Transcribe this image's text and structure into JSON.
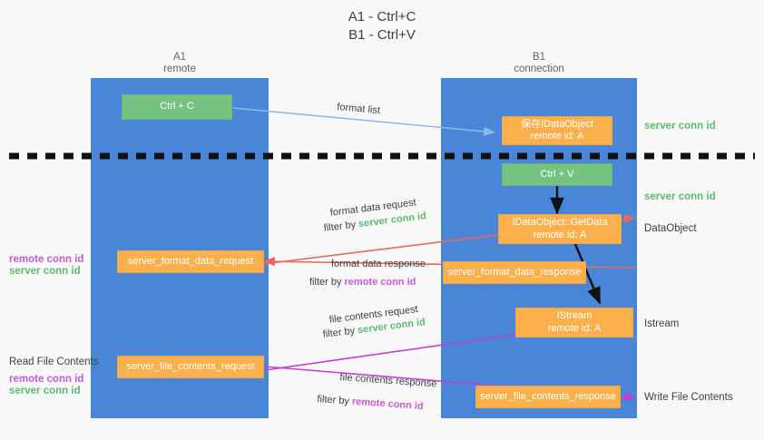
{
  "title": {
    "line1": "A1 - Ctrl+C",
    "line2": "B1 - Ctrl+V"
  },
  "columns": [
    {
      "name": "A1",
      "sub": "remote"
    },
    {
      "name": "B1",
      "sub": "connection"
    }
  ],
  "boxes": {
    "ctrl_c": {
      "label": "Ctrl + C"
    },
    "ctrl_v": {
      "label": "Ctrl + V"
    },
    "idataobject": {
      "line1": "保存IDataObject",
      "line2": "remote id: A"
    },
    "getdata": {
      "line1": "IDataObject::GetData",
      "line2": "remote id: A"
    },
    "istream": {
      "line1": "IStream",
      "line2": "remote id: A"
    },
    "server_format_data_request": {
      "label": "server_format_data_request"
    },
    "server_format_data_response": {
      "label": "server_format_data_response"
    },
    "server_file_contents_request": {
      "label": "server_file_contents_request"
    },
    "server_file_contents_response": {
      "label": "server_file_contents_response"
    }
  },
  "right_labels": [
    {
      "text": "server conn id",
      "kind": "green"
    },
    {
      "text": "server conn id",
      "kind": "green"
    },
    {
      "text": "DataObject",
      "kind": "dark"
    },
    {
      "text": "Istream",
      "kind": "dark"
    },
    {
      "text": "Write File Contents",
      "kind": "dark"
    }
  ],
  "left_labels": {
    "group1_remote": "remote conn id",
    "group1_server": "server conn id",
    "read_file_contents": "Read File Contents",
    "group2_remote": "remote conn id",
    "group2_server": "server conn id"
  },
  "arrow_labels": {
    "format_list": "format list",
    "format_data_request": "format data request",
    "format_data_request_filter_prefix": "filter by ",
    "format_data_request_filter_value": "server conn id",
    "format_data_response": "format data response",
    "format_data_response_filter_prefix": "filter by ",
    "format_data_response_filter_value": "remote conn id",
    "file_contents_request": "file contents request",
    "file_contents_request_filter_prefix": "filter by ",
    "file_contents_request_filter_value": "server conn id",
    "file_contents_response": "file contents response",
    "file_contents_response_filter_prefix": "filter by ",
    "file_contents_response_filter_value": "remote conn id"
  },
  "colors": {
    "lane": "#4a86d8",
    "green_box": "#76c281",
    "orange_box": "#fbb04c",
    "green_text": "#5eb96e",
    "purple_text": "#c45ad0",
    "red_arrow": "#e8685f",
    "magenta_arrow": "#c23fd0",
    "blue_arrow": "#8ab9e8",
    "black": "#111111",
    "background": "#f8f8f8"
  }
}
